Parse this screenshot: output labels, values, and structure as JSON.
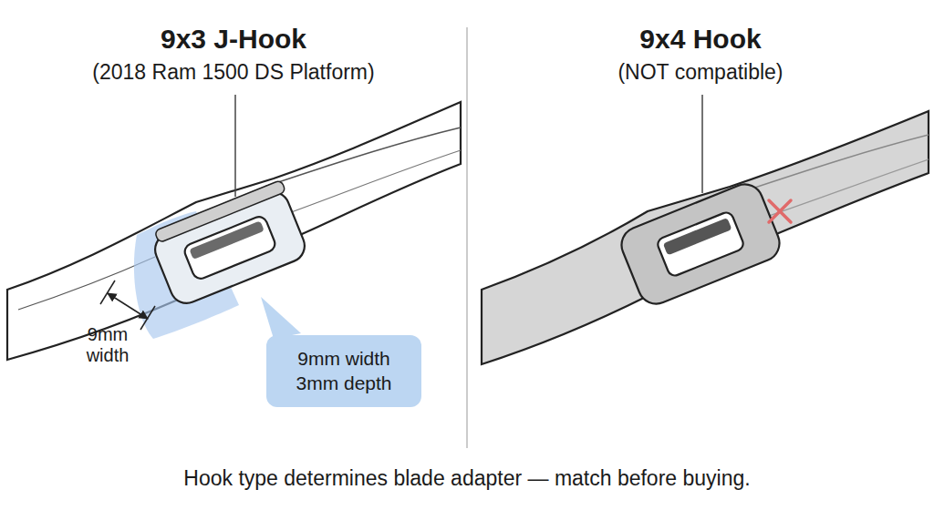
{
  "diagram": {
    "caption": "Hook type determines blade adapter — match before buying.",
    "nodes": [
      {
        "text": [
          "9mm width 3mm depth"
        ]
      }
    ],
    "labels": [
      "9x3 J-Hook",
      "(2018 Ram 1500 DS Platform)",
      "9x4 Hook",
      "(NOT compatible)",
      "9mm width"
    ]
  }
}
